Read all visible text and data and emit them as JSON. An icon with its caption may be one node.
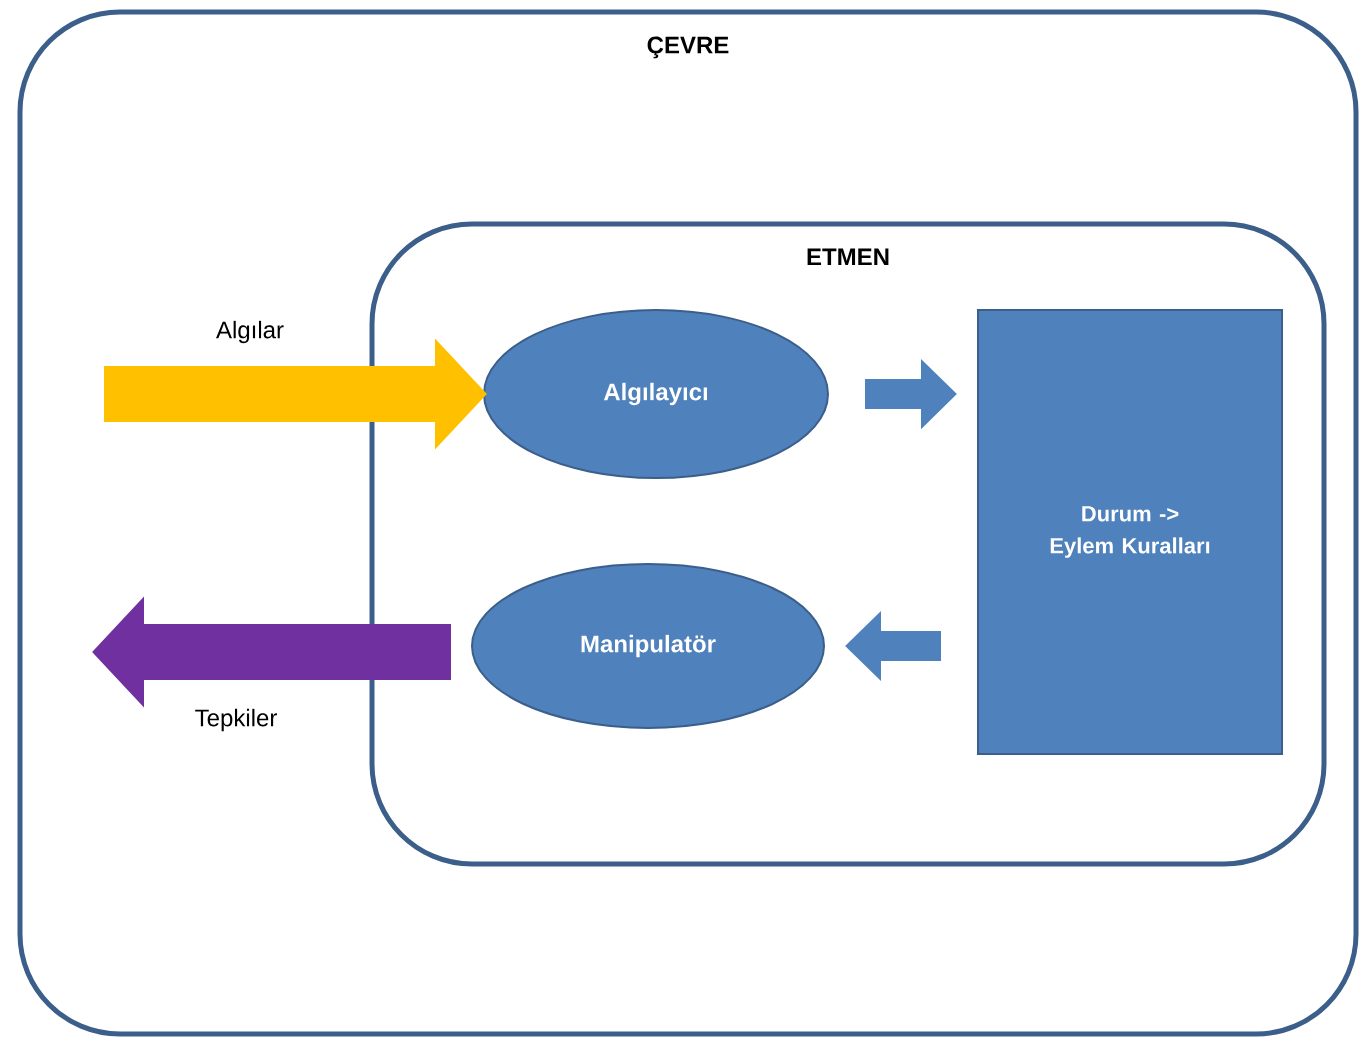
{
  "diagram": {
    "nodes": [
      {
        "text": [
          "ÇEVRE"
        ]
      },
      {
        "text": [
          "ETMEN"
        ],
        "in": 0
      },
      {
        "text": [
          "Algılayıcı"
        ],
        "in": 1
      },
      {
        "text": [
          "Manipulatör"
        ],
        "in": 1
      },
      {
        "text": [
          "Durum -> Eylem Kuralları"
        ],
        "in": 1
      }
    ],
    "edges": [
      {
        "from": null,
        "to": 2,
        "arrow": "to",
        "label": "Algılar",
        "color": "#ffc000",
        "style": "thick"
      },
      {
        "from": 2,
        "to": 4,
        "arrow": "to"
      },
      {
        "from": 4,
        "to": 3,
        "arrow": "to"
      },
      {
        "from": 3,
        "to": null,
        "arrow": "to",
        "label": "Tepkiler",
        "color": "#7030a0",
        "style": "thick"
      }
    ]
  }
}
